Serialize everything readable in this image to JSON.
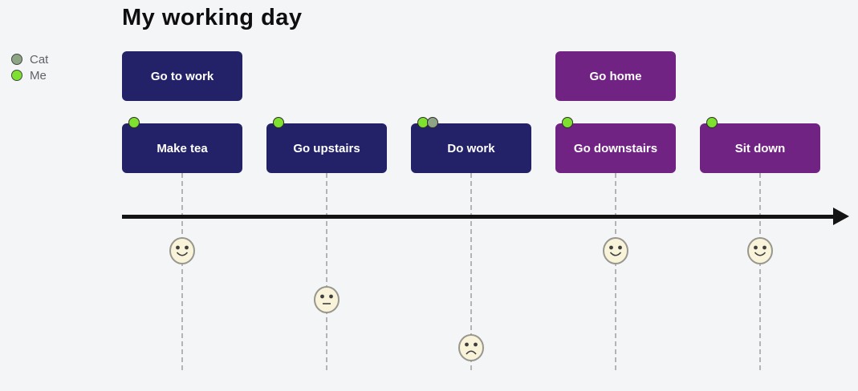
{
  "title": "My working day",
  "legend": [
    {
      "id": "cat",
      "label": "Cat",
      "color": "#8da584"
    },
    {
      "id": "me",
      "label": "Me",
      "color": "#7ee12f"
    }
  ],
  "colors": {
    "navy": "#232268",
    "purple": "#712384",
    "background": "#f4f5f7",
    "axis": "#141414",
    "face_fill": "#f8f3d9",
    "connector": "#b4b4b4"
  },
  "events": [
    {
      "label": "Go to work",
      "row": "top",
      "column": 0,
      "color": "navy",
      "markers": [],
      "face": null
    },
    {
      "label": "Make tea",
      "row": "bottom",
      "column": 0,
      "color": "navy",
      "markers": [
        "me"
      ],
      "face": "happy"
    },
    {
      "label": "Go upstairs",
      "row": "bottom",
      "column": 1,
      "color": "navy",
      "markers": [
        "me"
      ],
      "face": "neutral"
    },
    {
      "label": "Do work",
      "row": "bottom",
      "column": 2,
      "color": "navy",
      "markers": [
        "me",
        "cat"
      ],
      "face": "sad"
    },
    {
      "label": "Go home",
      "row": "top",
      "column": 3,
      "color": "purple",
      "markers": [],
      "face": null
    },
    {
      "label": "Go downstairs",
      "row": "bottom",
      "column": 3,
      "color": "purple",
      "markers": [
        "me"
      ],
      "face": "happy"
    },
    {
      "label": "Sit down",
      "row": "bottom",
      "column": 4,
      "color": "purple",
      "markers": [
        "me"
      ],
      "face": "happy"
    }
  ],
  "faces": [
    {
      "column": 0,
      "mood": "happy"
    },
    {
      "column": 1,
      "mood": "neutral"
    },
    {
      "column": 2,
      "mood": "sad"
    },
    {
      "column": 3,
      "mood": "happy"
    },
    {
      "column": 4,
      "mood": "happy"
    }
  ]
}
